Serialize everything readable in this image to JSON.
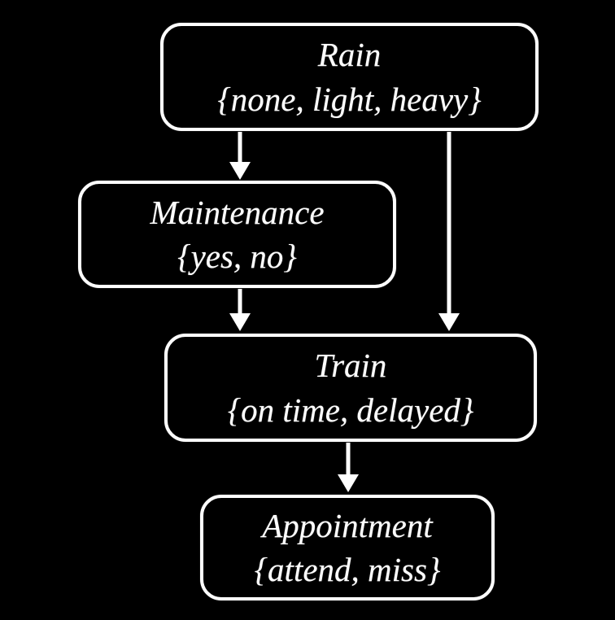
{
  "diagram": {
    "type": "bayesian-network",
    "colors": {
      "background": "#000000",
      "node_border": "#ffffff",
      "node_fill": "#000000",
      "text": "#ffffff",
      "edge": "#ffffff"
    },
    "nodes": [
      {
        "id": "rain",
        "label": "Rain",
        "values": "{none, light, heavy}"
      },
      {
        "id": "maintenance",
        "label": "Maintenance",
        "values": "{yes, no}"
      },
      {
        "id": "train",
        "label": "Train",
        "values": "{on time, delayed}"
      },
      {
        "id": "appointment",
        "label": "Appointment",
        "values": "{attend, miss}"
      }
    ],
    "edges": [
      {
        "from": "rain",
        "to": "maintenance"
      },
      {
        "from": "rain",
        "to": "train"
      },
      {
        "from": "maintenance",
        "to": "train"
      },
      {
        "from": "train",
        "to": "appointment"
      }
    ]
  }
}
